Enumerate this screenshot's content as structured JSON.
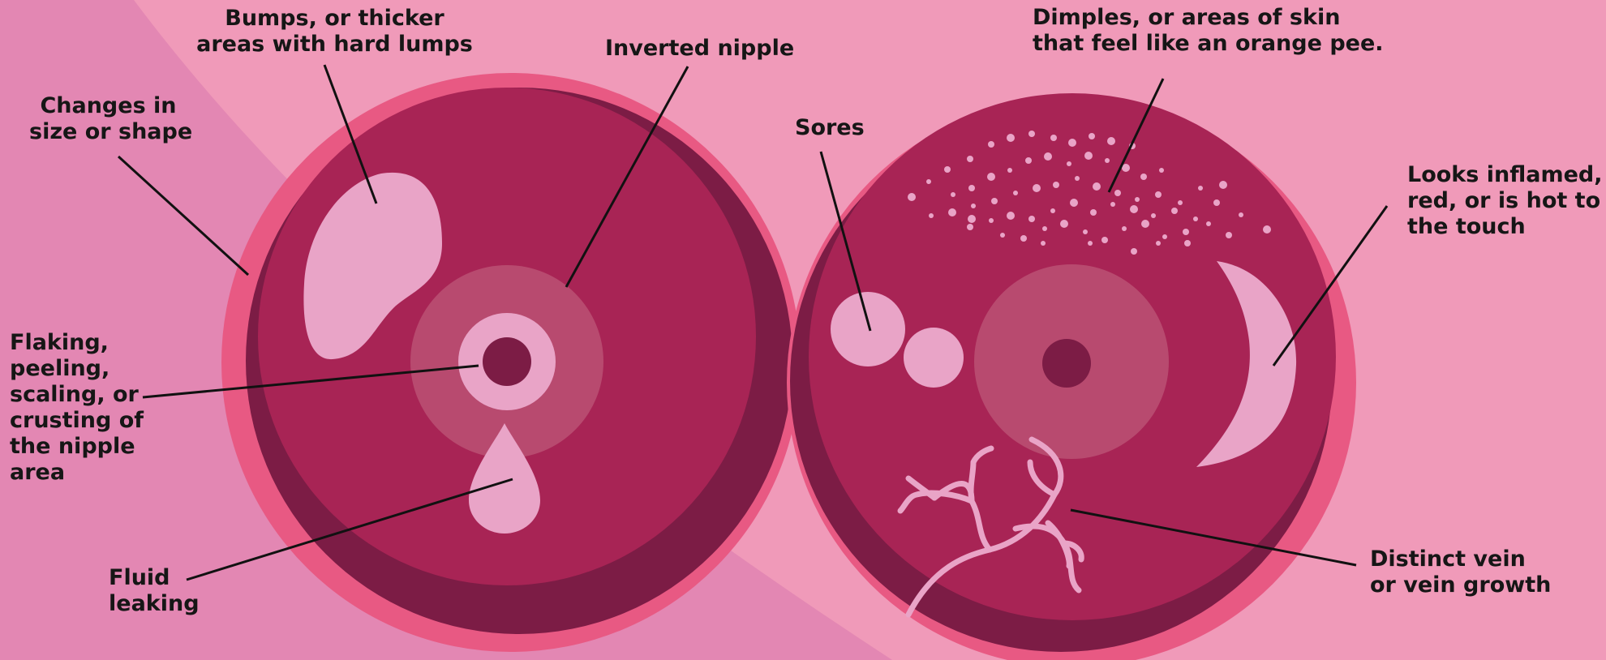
{
  "colors": {
    "background": "#f09ab9",
    "background_left_band": "#e387b3",
    "breast_rim": "#e85983",
    "breast_shadow": "#7c1c45",
    "breast_body": "#a82455",
    "areola": "#b84a6f",
    "light_feature": "#e9a4c7",
    "nipple": "#7c1c45",
    "leader_line": "#111111",
    "label_text": "#161616"
  },
  "labels": {
    "changes_size_shape": "Changes in\nsize or shape",
    "bumps_lumps": "Bumps, or thicker\nareas with hard lumps",
    "inverted_nipple": "Inverted nipple",
    "flaking": "Flaking,\npeeling,\nscaling, or\ncrusting of\nthe nipple\narea",
    "fluid_leaking": "Fluid\nleaking",
    "sores": "Sores",
    "dimples": "Dimples, or areas of skin\nthat feel like an orange pee.",
    "inflamed": "Looks inflamed,\nred, or is hot to\nthe touch",
    "vein": "Distinct vein\nor vein growth"
  }
}
